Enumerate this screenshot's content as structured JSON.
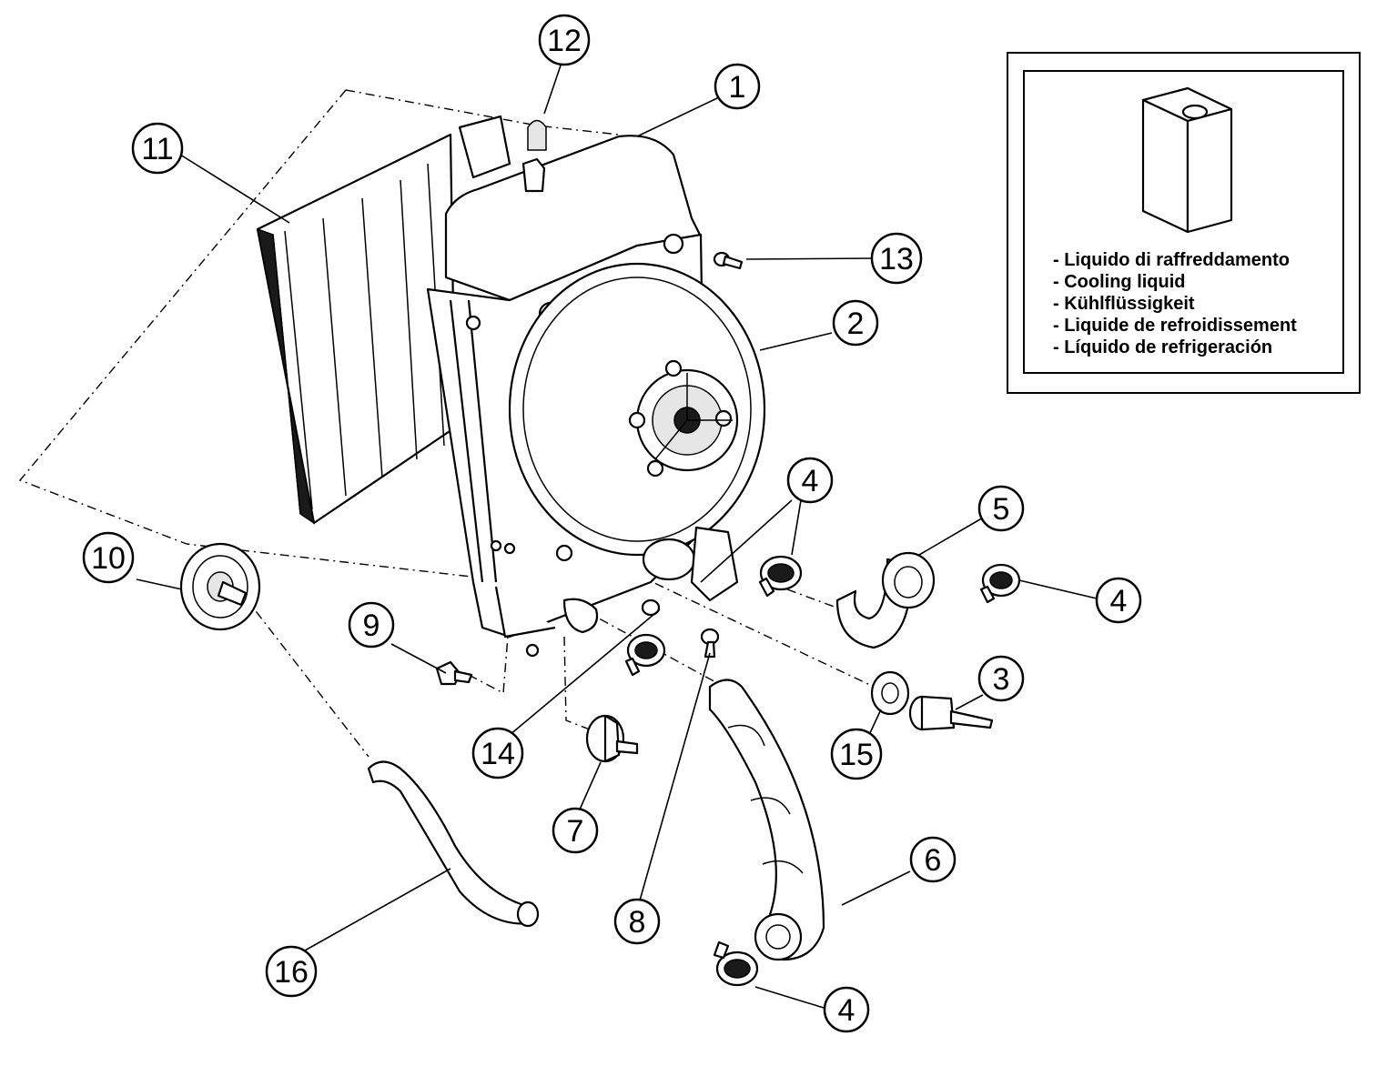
{
  "callouts": [
    {
      "id": "c1",
      "label": "1"
    },
    {
      "id": "c2",
      "label": "2"
    },
    {
      "id": "c3",
      "label": "3"
    },
    {
      "id": "c4a",
      "label": "4"
    },
    {
      "id": "c4b",
      "label": "4"
    },
    {
      "id": "c4c",
      "label": "4"
    },
    {
      "id": "c5",
      "label": "5"
    },
    {
      "id": "c6",
      "label": "6"
    },
    {
      "id": "c7",
      "label": "7"
    },
    {
      "id": "c8",
      "label": "8"
    },
    {
      "id": "c9",
      "label": "9"
    },
    {
      "id": "c10",
      "label": "10"
    },
    {
      "id": "c11",
      "label": "11"
    },
    {
      "id": "c12",
      "label": "12"
    },
    {
      "id": "c13",
      "label": "13"
    },
    {
      "id": "c14",
      "label": "14"
    },
    {
      "id": "c15",
      "label": "15"
    },
    {
      "id": "c16",
      "label": "16"
    }
  ],
  "legend": {
    "lines": [
      "- Liquido di raffreddamento",
      "- Cooling liquid",
      "- Kühlflüssigkeit",
      "- Liquide de refroidissement",
      "- Líquido de refrigeración"
    ]
  }
}
